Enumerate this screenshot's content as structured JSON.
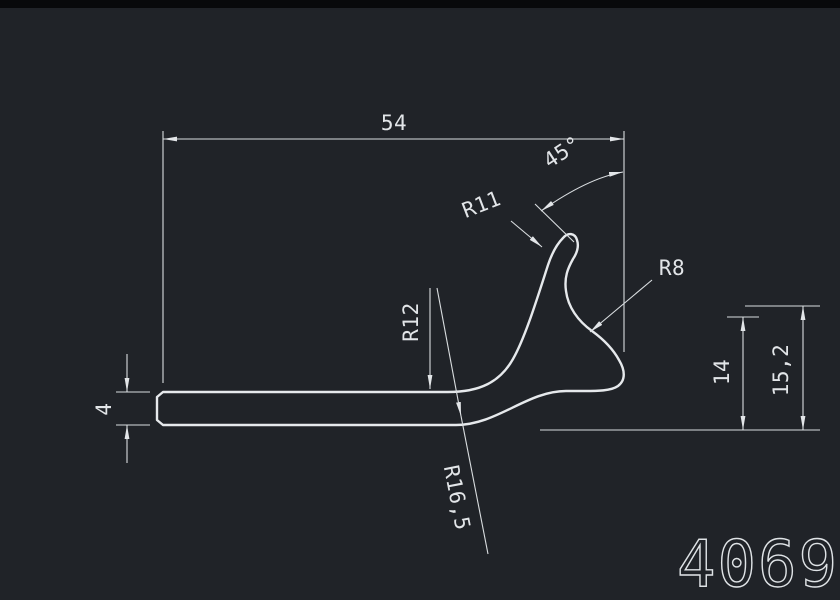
{
  "app": {
    "background": "#202328",
    "line_color": "#e2e5e8"
  },
  "drawing": {
    "dim_width": "54",
    "dim_angle": "45°",
    "dim_r11": "R11",
    "dim_r8": "R8",
    "dim_r12": "R12",
    "dim_r16_5": "R16,5",
    "dim_thickness": "4",
    "dim_height_inner": "14",
    "dim_height_overall": "15,2",
    "part_number": "4069"
  }
}
